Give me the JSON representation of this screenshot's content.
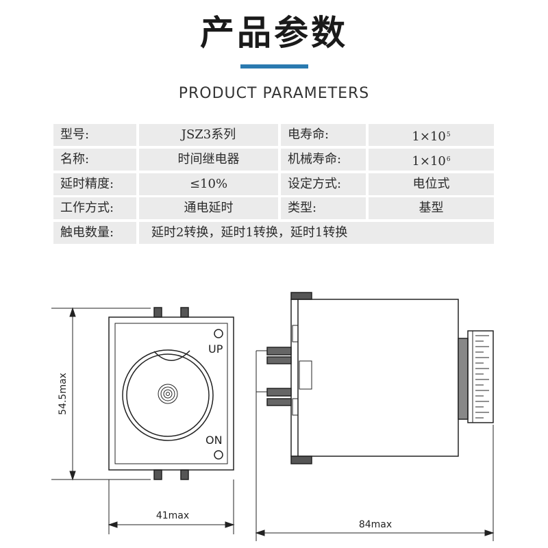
{
  "header": {
    "title": "产品参数",
    "subtitle": "PRODUCT PARAMETERS",
    "accent_color": "#2a7ab0"
  },
  "params": {
    "rows": [
      {
        "label1": "型号:",
        "value1": "JSZ3系列",
        "label2": "电寿命:",
        "value2": "1×10",
        "value2_exp": "5"
      },
      {
        "label1": "名称:",
        "value1": "时间继电器",
        "label2": "机械寿命:",
        "value2": "1×10",
        "value2_exp": "6"
      },
      {
        "label1": "延时精度:",
        "value1": "≤10%",
        "label2": "设定方式:",
        "value2": "电位式"
      },
      {
        "label1": "工作方式:",
        "value1": "通电延时",
        "label2": "类型:",
        "value2": "基型"
      }
    ],
    "last_row": {
      "label": "触电数量:",
      "value": "延时2转换，延时1转换，延时1转换"
    }
  },
  "drawing": {
    "dim_height": "54.5max",
    "dim_front_width": "41max",
    "dim_side_length": "84max",
    "label_up": "UP",
    "label_on": "ON"
  }
}
